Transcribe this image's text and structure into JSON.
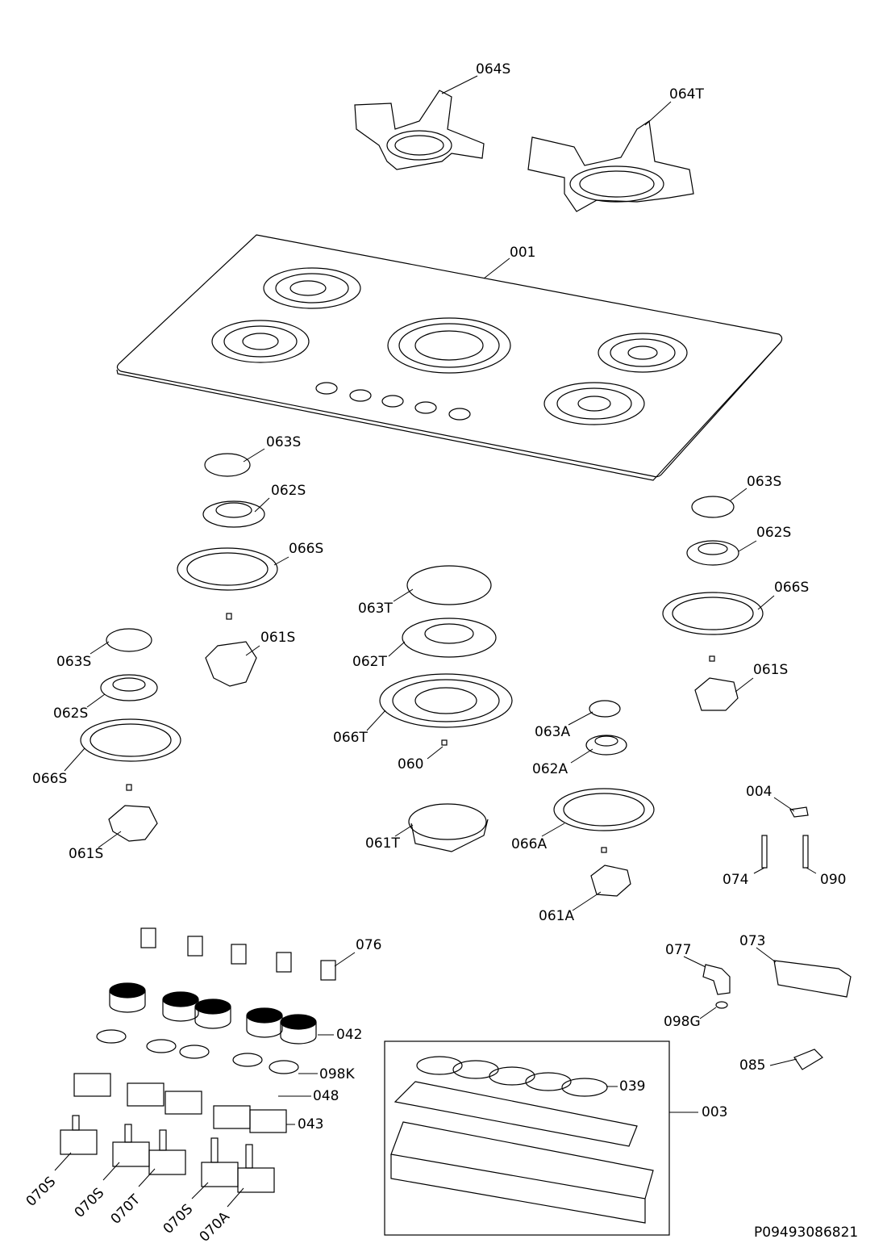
{
  "labels": [
    "064S",
    "064T",
    "001",
    "063S",
    "062S",
    "066S",
    "063T",
    "062T",
    "063S",
    "061S",
    "062S",
    "066T",
    "066S",
    "060",
    "061S",
    "061T",
    "063S",
    "062S",
    "066S",
    "061S",
    "063A",
    "062A",
    "066A",
    "061A",
    "004",
    "074",
    "090",
    "076",
    "077",
    "073",
    "098G",
    "042",
    "085",
    "098K",
    "039",
    "048",
    "003",
    "043",
    "070S",
    "070S",
    "070T",
    "070S",
    "070A"
  ],
  "drawing_code": "P09493086821"
}
